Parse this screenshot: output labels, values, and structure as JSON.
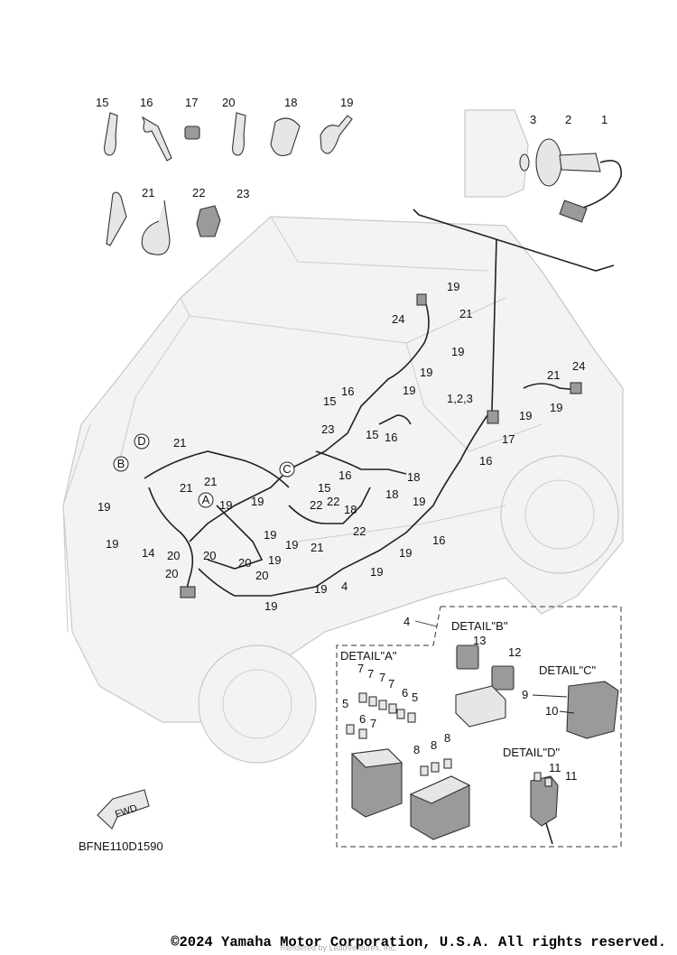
{
  "diagram_code": "BFNE110D1590",
  "copyright": "©2024 Yamaha Motor Corporation, U.S.A. All rights reserved.",
  "rendered_by": "Rendered by LeadVentures, Inc.",
  "fwd_label": "FWD",
  "circle_labels": {
    "A": "A",
    "B": "B",
    "C": "C",
    "D": "D"
  },
  "details": {
    "A": "DETAIL\"A\"",
    "B": "DETAIL\"B\"",
    "C": "DETAIL\"C\"",
    "D": "DETAIL\"D\""
  },
  "callouts": {
    "c1": "1",
    "c2": "2",
    "c3": "3",
    "c4": "4",
    "c5": "5",
    "c6": "6",
    "c7": "7",
    "c8": "8",
    "c9": "9",
    "c10": "10",
    "c11": "11",
    "c12": "12",
    "c13": "13",
    "c14": "14",
    "c15": "15",
    "c16": "16",
    "c17": "17",
    "c18": "18",
    "c19": "19",
    "c20": "20",
    "c21": "21",
    "c22": "22",
    "c23": "23",
    "c24": "24",
    "c123": "1,2,3"
  },
  "colors": {
    "line": "#222222",
    "vehicle": "#cfcfcf",
    "background": "#ffffff"
  }
}
